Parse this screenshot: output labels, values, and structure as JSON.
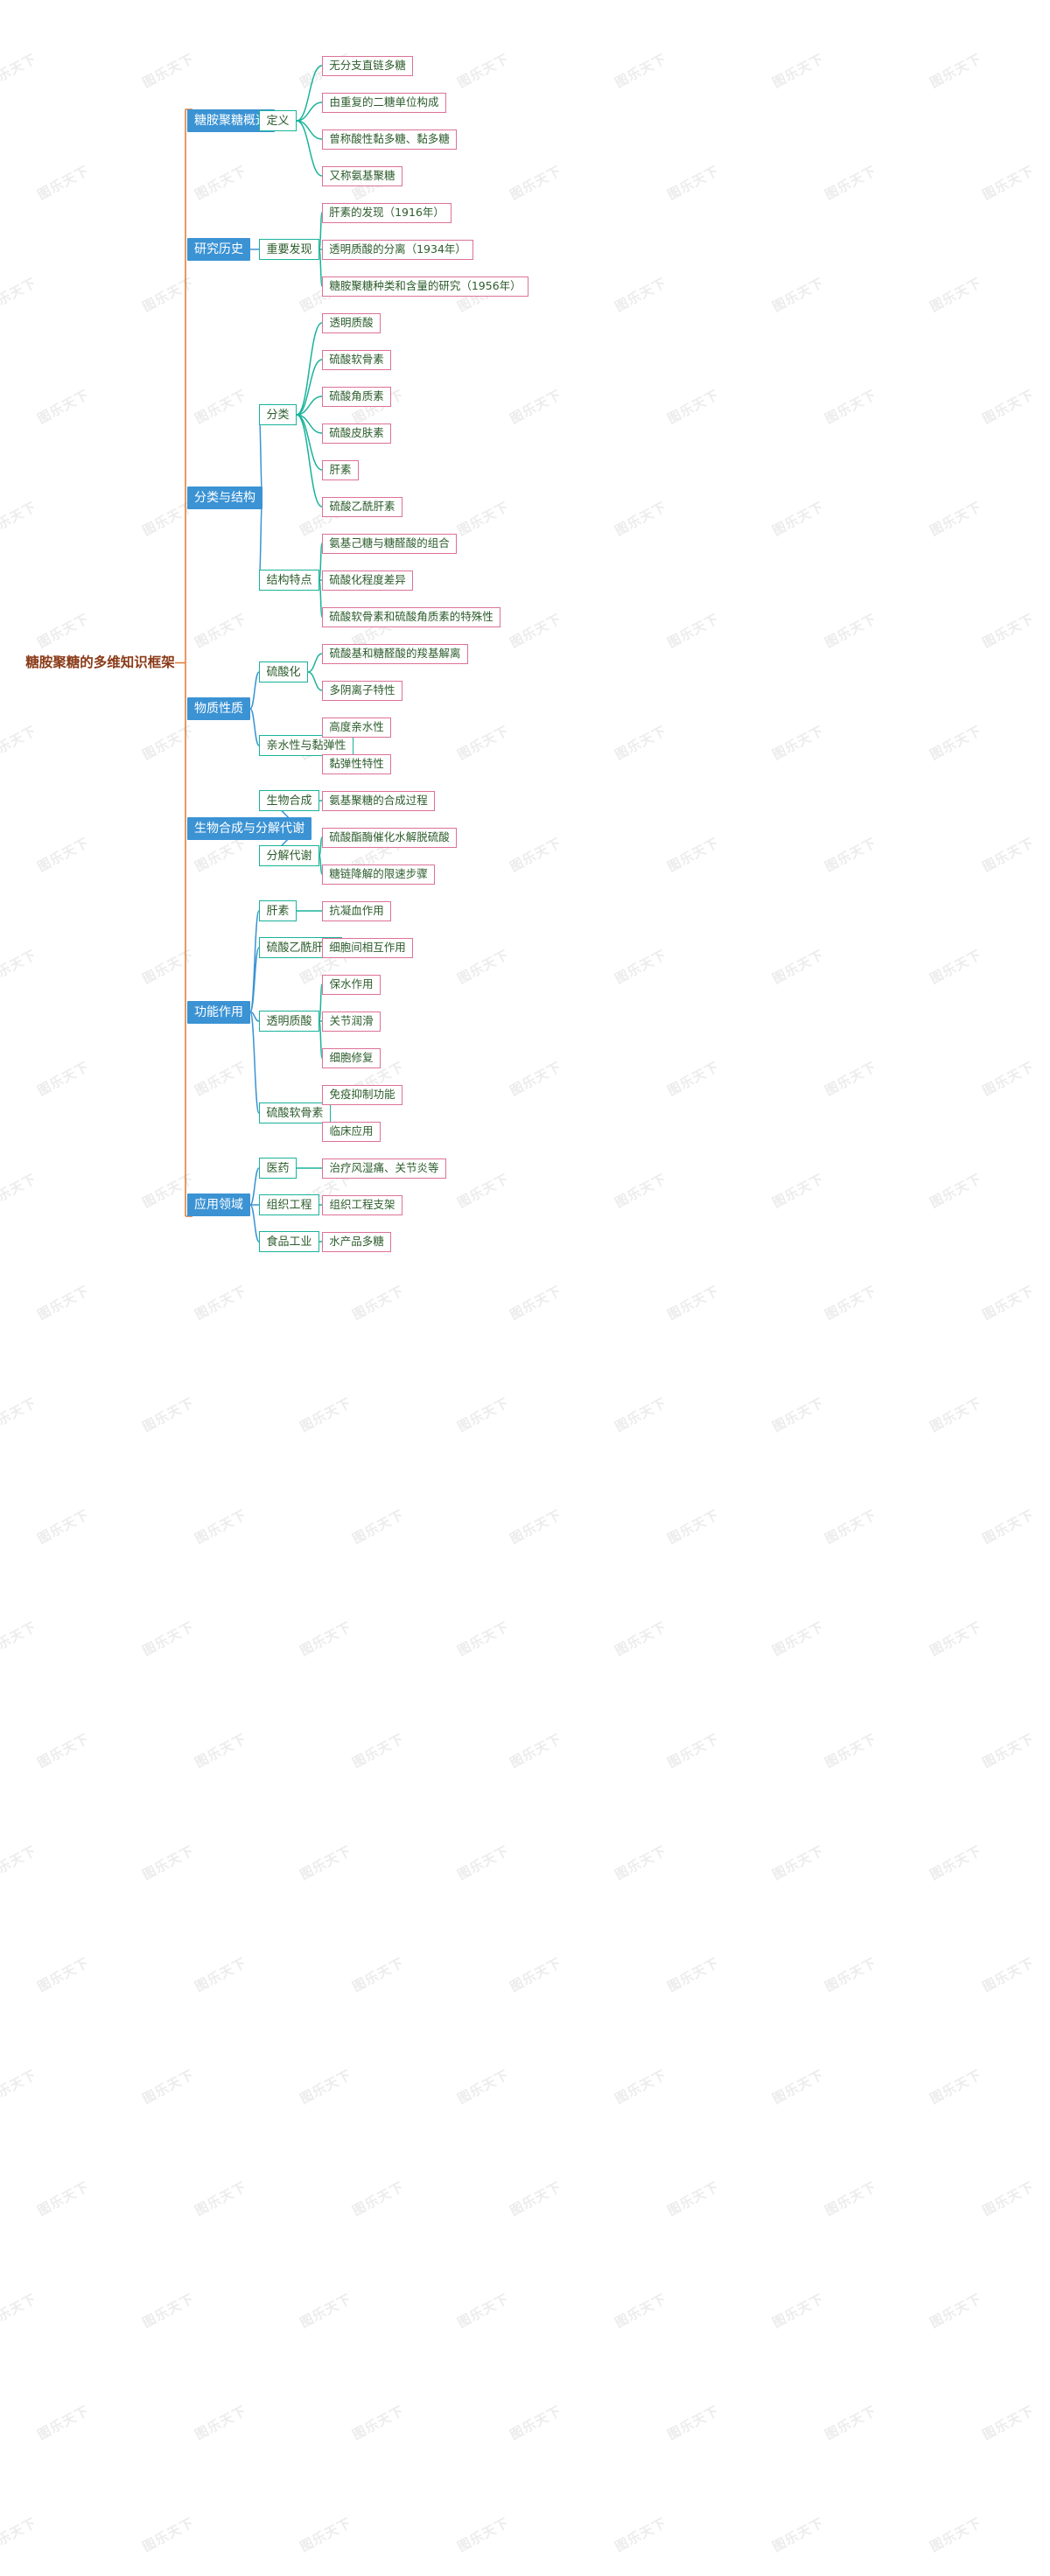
{
  "meta": {
    "watermark_text": "图乐天下",
    "colors": {
      "root_text": "#8a3a18",
      "spine": "#e2803c",
      "level1_fill": "#3b93d4",
      "level1_text": "#ffffff",
      "level2_border": "#19b39a",
      "level3_border": "#dd7296",
      "node_text": "#2c5c2c",
      "background": "#ffffff"
    }
  },
  "root": {
    "label": "糖胺聚糖的多维知识框架"
  },
  "branches": [
    {
      "label": "糖胺聚糖概述",
      "children": [
        {
          "label": "定义",
          "children": [
            {
              "label": "无分支直链多糖"
            },
            {
              "label": "由重复的二糖单位构成"
            },
            {
              "label": "曾称酸性黏多糖、黏多糖"
            },
            {
              "label": "又称氨基聚糖"
            }
          ]
        }
      ]
    },
    {
      "label": "研究历史",
      "children": [
        {
          "label": "重要发现",
          "children": [
            {
              "label": "肝素的发现（1916年）"
            },
            {
              "label": "透明质酸的分离（1934年）"
            },
            {
              "label": "糖胺聚糖种类和含量的研究（1956年）"
            }
          ]
        }
      ]
    },
    {
      "label": "分类与结构",
      "children": [
        {
          "label": "分类",
          "children": [
            {
              "label": "透明质酸"
            },
            {
              "label": "硫酸软骨素"
            },
            {
              "label": "硫酸角质素"
            },
            {
              "label": "硫酸皮肤素"
            },
            {
              "label": "肝素"
            },
            {
              "label": "硫酸乙酰肝素"
            }
          ]
        },
        {
          "label": "结构特点",
          "children": [
            {
              "label": "氨基己糖与糖醛酸的组合"
            },
            {
              "label": "硫酸化程度差异"
            },
            {
              "label": "硫酸软骨素和硫酸角质素的特殊性"
            }
          ]
        }
      ]
    },
    {
      "label": "物质性质",
      "children": [
        {
          "label": "硫酸化",
          "children": [
            {
              "label": "硫酸基和糖醛酸的羧基解离"
            },
            {
              "label": "多阴离子特性"
            }
          ]
        },
        {
          "label": "亲水性与黏弹性",
          "children": [
            {
              "label": "高度亲水性"
            },
            {
              "label": "黏弹性特性"
            }
          ]
        }
      ]
    },
    {
      "label": "生物合成与分解代谢",
      "children": [
        {
          "label": "生物合成",
          "children": [
            {
              "label": "氨基聚糖的合成过程"
            }
          ]
        },
        {
          "label": "分解代谢",
          "children": [
            {
              "label": "硫酸酯酶催化水解脱硫酸"
            },
            {
              "label": "糖链降解的限速步骤"
            }
          ]
        }
      ]
    },
    {
      "label": "功能作用",
      "children": [
        {
          "label": "肝素",
          "children": [
            {
              "label": "抗凝血作用"
            }
          ]
        },
        {
          "label": "硫酸乙酰肝素",
          "children": [
            {
              "label": "细胞间相互作用"
            }
          ]
        },
        {
          "label": "透明质酸",
          "children": [
            {
              "label": "保水作用"
            },
            {
              "label": "关节润滑"
            },
            {
              "label": "细胞修复"
            }
          ]
        },
        {
          "label": "硫酸软骨素",
          "children": [
            {
              "label": "免疫抑制功能"
            },
            {
              "label": "临床应用"
            }
          ]
        }
      ]
    },
    {
      "label": "应用领域",
      "children": [
        {
          "label": "医药",
          "children": [
            {
              "label": "治疗风湿痛、关节炎等"
            }
          ]
        },
        {
          "label": "组织工程",
          "children": [
            {
              "label": "组织工程支架"
            }
          ]
        },
        {
          "label": "食品工业",
          "children": [
            {
              "label": "水产品多糖"
            }
          ]
        }
      ]
    }
  ]
}
